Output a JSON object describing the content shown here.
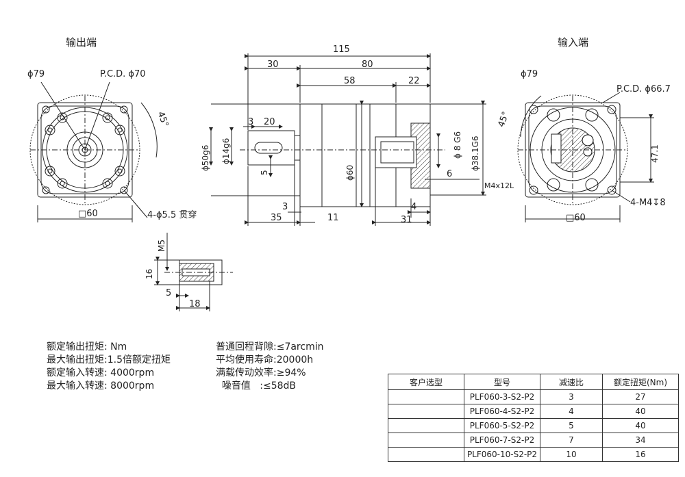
{
  "views": {
    "output_title": "输出端",
    "input_title": "输入端"
  },
  "output_view": {
    "dia_outer": "ϕ79",
    "pcd": "P.C.D. ϕ70",
    "angle": "45°",
    "square": "□60",
    "holes": "4-ϕ5.5 贯穿"
  },
  "side_view": {
    "overall_length": "115",
    "seg_30": "30",
    "seg_80": "80",
    "seg_58": "58",
    "seg_22": "22",
    "dim_3_top": "3",
    "dim_20": "20",
    "dia_50": "ϕ50g6",
    "dia_14": "ϕ14g6",
    "key_5": "5",
    "dia_60": "ϕ60",
    "dia_8": "ϕ 8 G6",
    "dia_38": "ϕ38.1G6",
    "dim_6": "6",
    "m4_thread": "M4x12L",
    "dim_3_bottom": "3",
    "dim_35": "35",
    "dim_11": "11",
    "dim_4": "4",
    "dim_31": "31"
  },
  "input_view": {
    "dia_outer": "ϕ79",
    "pcd": "P.C.D. ϕ66.7",
    "angle": "45°",
    "height": "47.1",
    "square": "□60",
    "holes": "4-M4↧8"
  },
  "detail_view": {
    "thread": "M5",
    "dim_16": "16",
    "dim_5": "5",
    "dim_18": "18"
  },
  "specs": {
    "left": [
      "额定输出扭矩:       Nm",
      "最大输出扭矩:1.5倍额定扭矩",
      "额定输入转速: 4000rpm",
      "最大输入转速: 8000rpm"
    ],
    "right": [
      "普通回程背隙:≤7arcmin",
      "平均使用寿命:20000h",
      "满载传动效率:≥94%",
      "  噪音值   :≤58dB"
    ]
  },
  "table": {
    "headers": [
      "客户选型",
      "型号",
      "减速比",
      "额定扭矩(Nm)"
    ],
    "rows": [
      [
        "",
        "PLF060-3-S2-P2",
        "3",
        "27"
      ],
      [
        "",
        "PLF060-4-S2-P2",
        "4",
        "40"
      ],
      [
        "",
        "PLF060-5-S2-P2",
        "5",
        "40"
      ],
      [
        "",
        "PLF060-7-S2-P2",
        "7",
        "34"
      ],
      [
        "",
        "PLF060-10-S2-P2",
        "10",
        "16"
      ]
    ]
  }
}
